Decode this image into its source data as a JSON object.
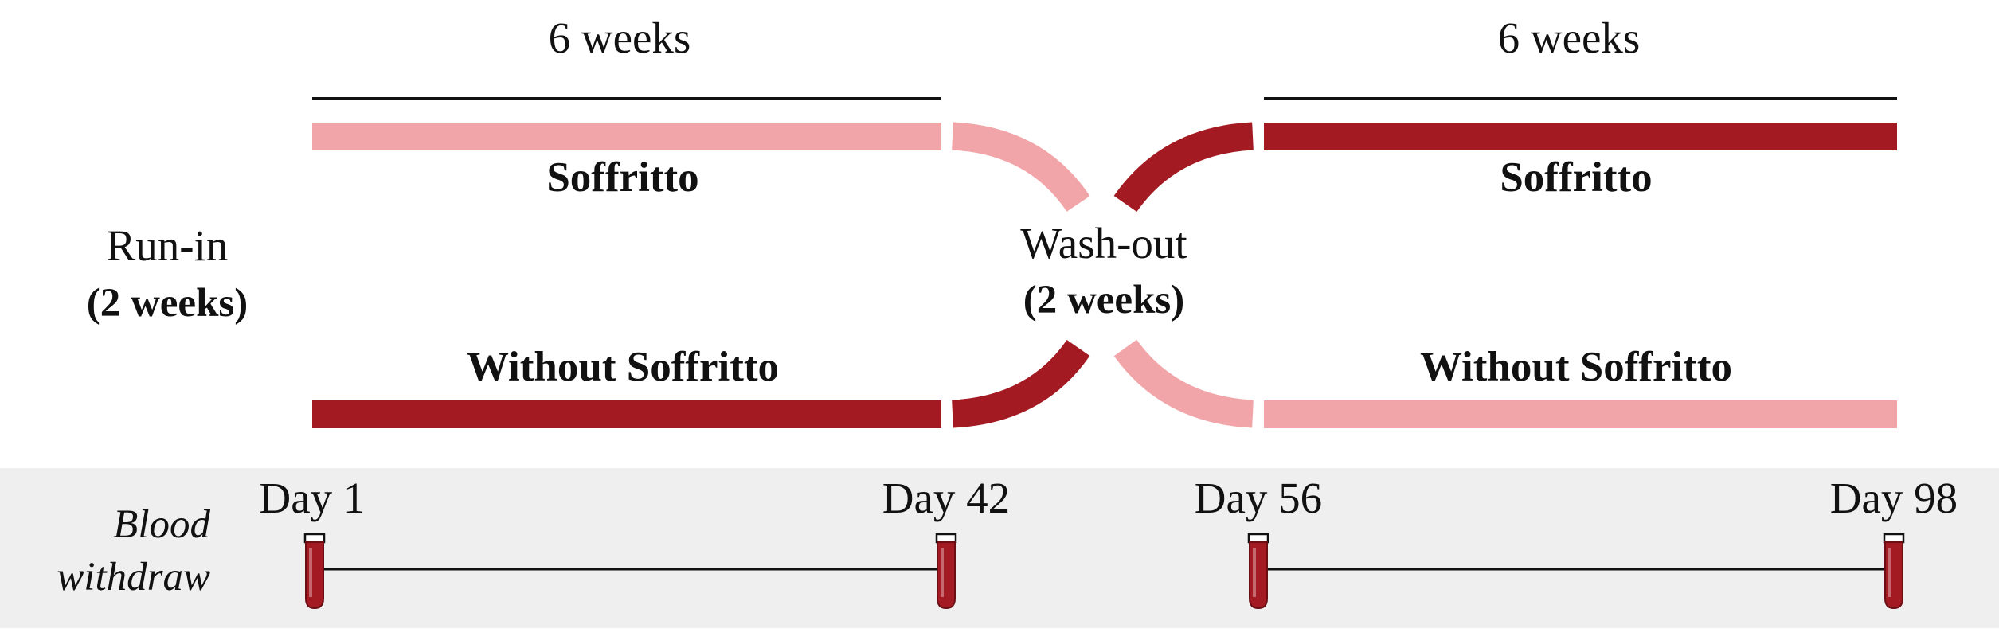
{
  "colors": {
    "light_red": "#f2a5a8",
    "dark_red": "#a31a22",
    "panel_bg": "#efefef",
    "line": "#111111",
    "tube_cap": "#ffffff"
  },
  "icons": {
    "tube": "blood-tube-icon"
  },
  "diagram": {
    "period1_duration": "6 weeks",
    "period2_duration": "6 weeks",
    "runin_title": "Run-in",
    "runin_duration": "(2 weeks)",
    "washout_title": "Wash-out",
    "washout_duration": "(2 weeks)",
    "arm_upper_p1": "Soffritto",
    "arm_lower_p1": "Without Soffritto",
    "arm_upper_p2": "Soffritto",
    "arm_lower_p2": "Without Soffritto"
  },
  "blood": {
    "label_line1": "Blood",
    "label_line2": "withdraw",
    "days": [
      "Day 1",
      "Day 42",
      "Day 56",
      "Day 98"
    ]
  }
}
